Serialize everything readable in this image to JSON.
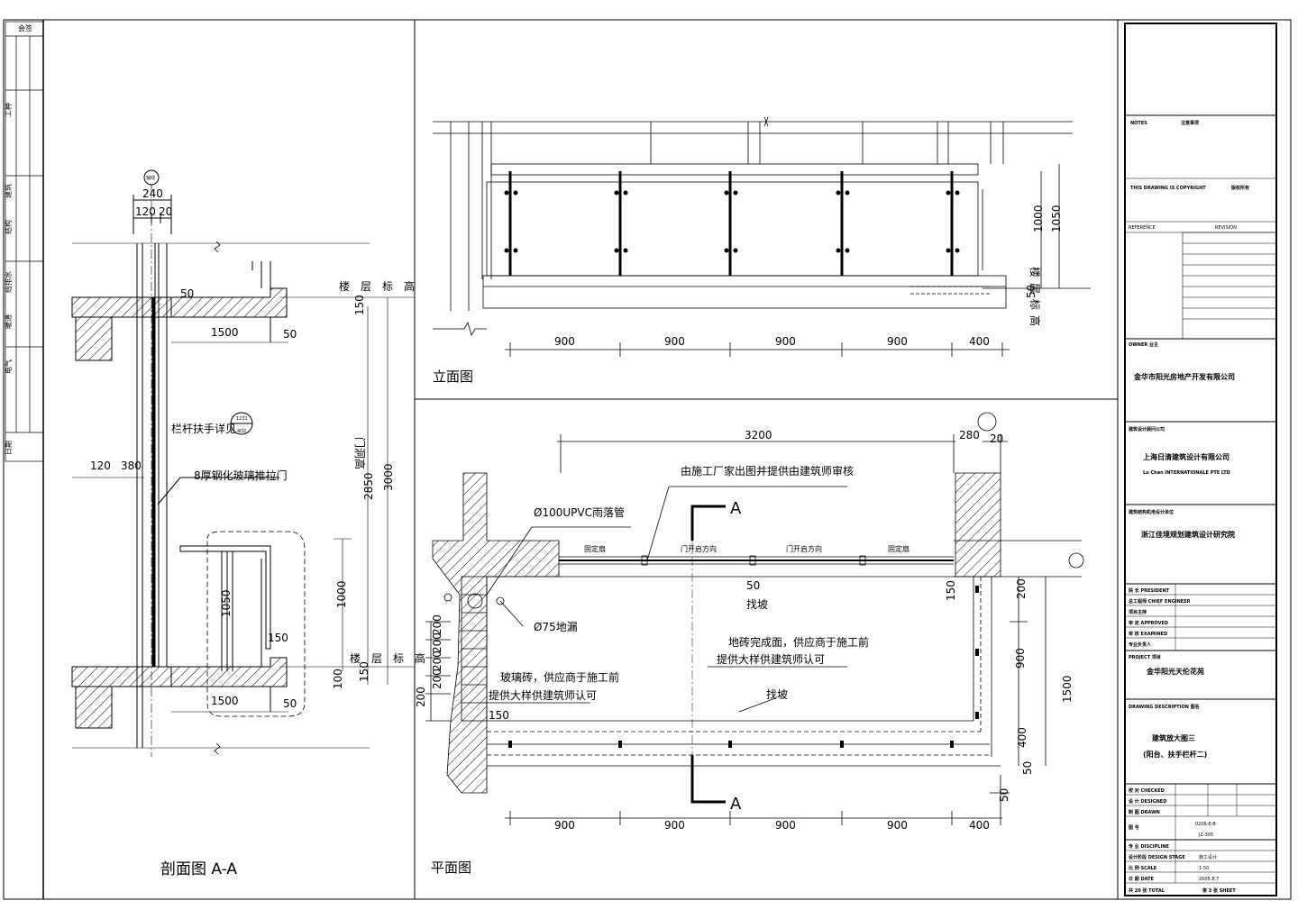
{
  "views": {
    "section": {
      "title": "剖面图 A-A"
    },
    "elevation": {
      "title": "立面图"
    },
    "plan": {
      "title": "平面图"
    }
  },
  "labels": {
    "floor_level": "楼层标高",
    "door_height": "门洞高",
    "railing_detail": "栏杆扶手详见",
    "glass_door": "8厚钢化玻璃推拉门",
    "ref_top": "1231",
    "ref_bottom": "4D2",
    "supplier_note": "由施工厂家出图并提供由建筑师审核",
    "upvc_pipe": "Ø100UPVC雨落管",
    "floor_drain": "Ø75地漏",
    "fixed_fan_left": "固定扇",
    "fixed_fan_right": "固定扇",
    "door_open_left": "门开启方向",
    "door_open_right": "门开启方向",
    "slope": "找坡",
    "tile_note_1": "地砖完成面，供应商于施工前",
    "tile_note_2": "提供大样供建筑师认可",
    "glass_brick_1": "玻璃砖，供应商于施工前",
    "glass_brick_2": "提供大样供建筑师认可",
    "cut_a": "A",
    "axis_label": "轴线"
  },
  "dimensions": {
    "section": {
      "d240": "240",
      "d120": "120",
      "d20": "20",
      "d50": "50",
      "d1500": "1500",
      "d150": "150",
      "d3000": "3000",
      "d2850": "2850",
      "d1050": "1050",
      "d1000": "1000",
      "d380": "380",
      "d100": "100",
      "d50b": "50",
      "d150b": "150"
    },
    "elevation": {
      "spans": [
        "900",
        "900",
        "900",
        "900",
        "400"
      ],
      "h1000": "1000",
      "h1050": "1050",
      "h50": "50"
    },
    "plan": {
      "d3200": "3200",
      "d280": "280",
      "d20": "20",
      "d150": "150",
      "d200": "200",
      "d900": "900",
      "d1500": "1500",
      "d400": "400",
      "d50": "50",
      "left_stack": [
        "200",
        "200",
        "200",
        "200",
        "200"
      ],
      "spans": [
        "900",
        "900",
        "900",
        "900",
        "400"
      ]
    }
  },
  "left_strip": {
    "rows": [
      "会签",
      "工种",
      "建筑",
      "结构",
      "给排水",
      "暖通",
      "电气",
      "日期"
    ]
  },
  "title_block": {
    "notes_label": "NOTES",
    "notes_cn": "注意事项",
    "copyright": "THIS DRAWING IS COPYRIGHT",
    "copyright_cn": "版权所有",
    "reference_label": "REFERENCE",
    "revision_label": "REVISION",
    "owner_label": "OWNER 业主",
    "owner": "金华市阳光房地产开发有限公司",
    "designer_label": "建筑设计顾问公司",
    "designer_cn": "上海日清建筑设计有限公司",
    "designer_en": "Lu Chan INTERNATIONALE PTE LTD",
    "local_designer_label": "建筑结构机电设计单位",
    "local_designer": "浙江佳境规划建筑设计研究院",
    "roles": [
      "院 长 PRESIDENT",
      "总工程师 CHIEF ENGINEER",
      "项目主持",
      "审 定 APPROVED",
      "审 核 EXAMINED",
      "专业负责人"
    ],
    "project_label": "PROJECT 项目",
    "project": "金华阳光天伦花苑",
    "drawing_label": "DRAWING DESCRIPTION 图名",
    "drawing_title_1": "建筑放大图三",
    "drawing_title_2": "(阳台、扶手栏杆二)",
    "checked": "校 对 CHECKED",
    "designed": "设 计 DESIGNED",
    "drawn": "制 图 DRAWN",
    "drawing_no_label": "图 号",
    "drawing_no_1": "0206-E-B",
    "drawing_no_2": "JZ-305",
    "discipline_label": "专 业 DISCIPLINE",
    "stage_label": "设计阶段 DESIGN STAGE",
    "stage": "施工设计",
    "scale_label": "比 例 SCALE",
    "scale": "1:50",
    "date_label": "日 期 DATE",
    "date": "2005.8.7",
    "total_label": "共 20 张 TOTAL",
    "sheet_label": "第 3 张 SHEET"
  }
}
